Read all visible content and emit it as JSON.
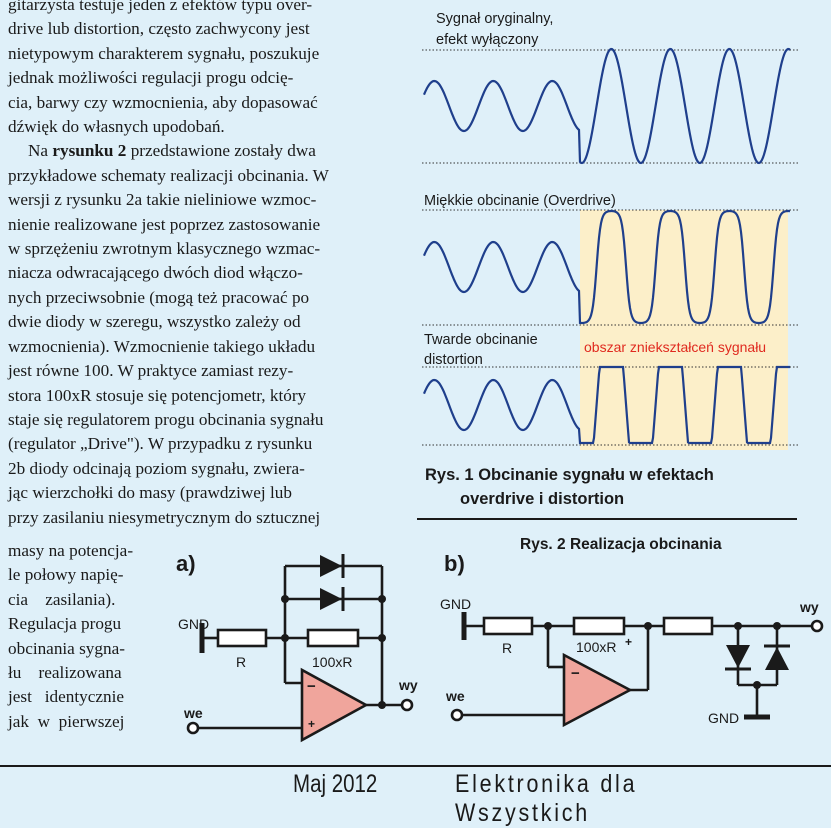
{
  "article": {
    "p1_lines": [
      "gitarzysta testuje jeden z efektów typu over-",
      "drive lub distortion, często zachwycony jest",
      "nietypowym charakterem sygnału, poszukuje",
      "jednak możliwości regulacji progu odcię-",
      "cia, barwy czy wzmocnienia, aby dopasować",
      "dźwięk do własnych upodobań."
    ],
    "p2_start": "Na ",
    "p2_bold": "rysunku 2",
    "p2_first_rest": " przedstawione zostały dwa",
    "p2_lines": [
      "przykładowe schematy realizacji obcinania. W",
      "wersji z rysunku 2a takie nieliniowe wzmoc-",
      "nienie realizowane jest poprzez zastosowanie",
      "w sprzężeniu zwrotnym klasycznego wzmac-",
      "niacza odwracającego dwóch diod włączo-",
      "nych przeciwsobnie (mogą też pracować po",
      "dwie diody w szeregu, wszystko zależy od",
      "wzmocnienia). Wzmocnienie takiego układu",
      "jest równe 100. W praktyce zamiast rezy-",
      "stora 100xR stosuje się potencjometr, który",
      "staje się regulatorem progu obcinania sygnału",
      "(regulator „Drive\"). W przypadku z rysunku",
      "2b diody odcinają poziom sygnału, zwiera-",
      "jąc wierzchołki do masy (prawdziwej lub",
      "przy zasilaniu niesymetrycznym do sztucznej"
    ],
    "p2_wrap_lines": [
      "masy na potencja-",
      "le połowy napię-",
      "cia    zasilania).",
      "Regulacja progu",
      "obcinania sygna-",
      "łu    realizowana",
      "jest   identycznie",
      "jak  w  pierwszej"
    ]
  },
  "fig1": {
    "label_original": [
      "Sygnał oryginalny,",
      "efekt wyłączony"
    ],
    "label_soft": "Miękkie obcinanie (Overdrive)",
    "label_hard": [
      "Twarde obcinanie",
      "distortion"
    ],
    "label_region": "obszar zniekształceń sygnału",
    "caption_line1": "Rys. 1 Obcinanie sygnału w efektach",
    "caption_line2": "overdrive i distortion",
    "colors": {
      "region": "#fcefc9",
      "region_text": "#e02a1f",
      "wave": "#1f3f8c"
    }
  },
  "fig2": {
    "caption": "Rys. 2 Realizacja obcinania",
    "a": {
      "label": "a)",
      "gnd": "GND",
      "r": "R",
      "rf": "100xR",
      "in": "we",
      "out": "wy",
      "minus": "−",
      "plus": "+"
    },
    "b": {
      "label": "b)",
      "gnd": "GND",
      "r": "R",
      "rf": "100xR",
      "in": "we",
      "out": "wy",
      "gnd2": "GND",
      "minus": "−",
      "plus": "+"
    }
  },
  "footer": {
    "date": "Maj 2012",
    "magazine": "Elektronika dla Wszystkich"
  }
}
